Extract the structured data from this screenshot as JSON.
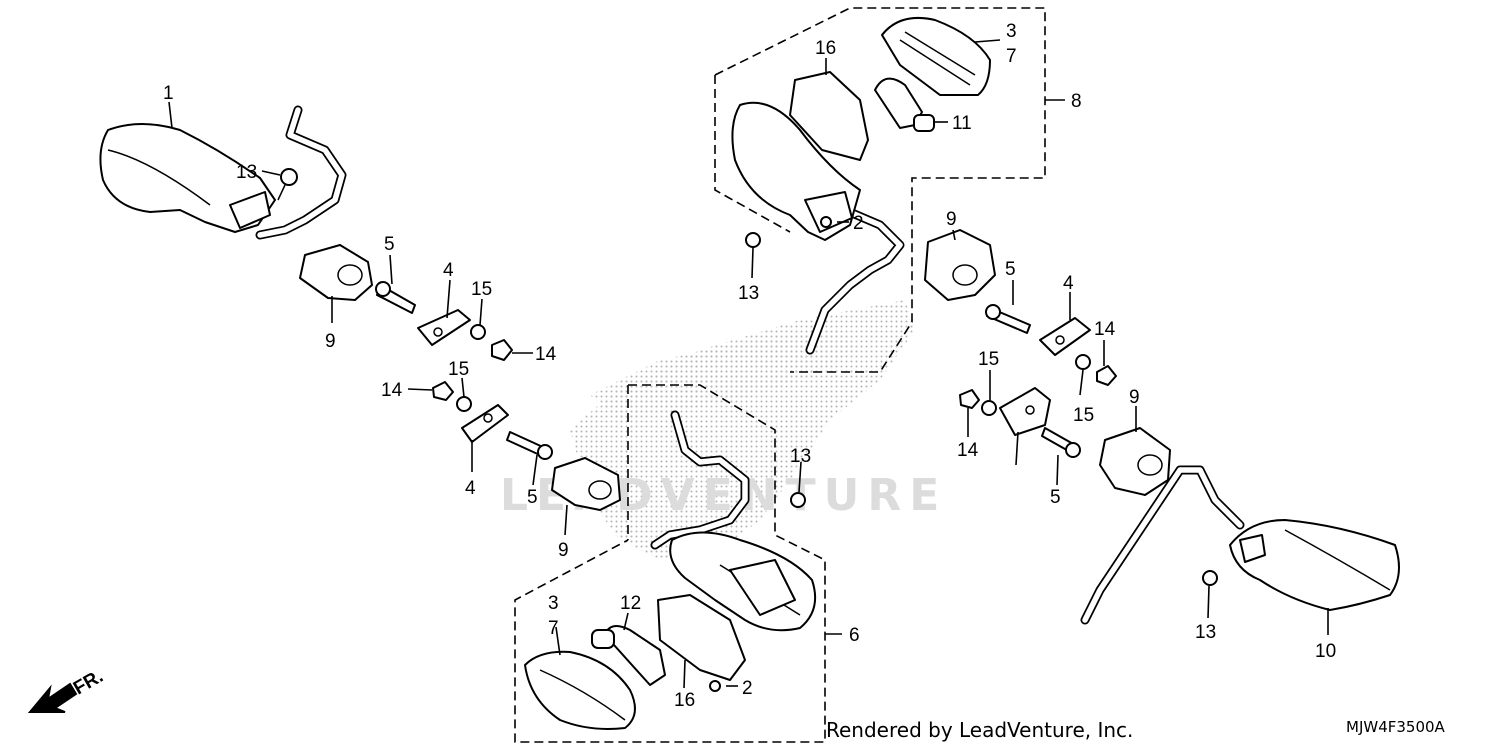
{
  "diagram": {
    "watermark": "LEADVENTURE",
    "direction_label": "FR.",
    "credit": "Rendered by LeadVenture, Inc.",
    "code": "MJW4F3500A",
    "callouts": {
      "c1": "1",
      "c2a": "2",
      "c2b": "2",
      "c3a": "3",
      "c3b": "3",
      "c4a": "4",
      "c4b": "4",
      "c4c": "4",
      "c5a": "5",
      "c5b": "5",
      "c5c": "5",
      "c5d": "5",
      "c6": "6",
      "c7a": "7",
      "c7b": "7",
      "c8": "8",
      "c9a": "9",
      "c9b": "9",
      "c9c": "9",
      "c9d": "9",
      "c10": "10",
      "c11": "11",
      "c12": "12",
      "c13a": "13",
      "c13b": "13",
      "c13c": "13",
      "c13d": "13",
      "c14a": "14",
      "c14b": "14",
      "c14c": "14",
      "c14d": "14",
      "c15a": "15",
      "c15b": "15",
      "c15c": "15",
      "c15d": "15",
      "c16a": "16",
      "c16b": "16"
    }
  }
}
